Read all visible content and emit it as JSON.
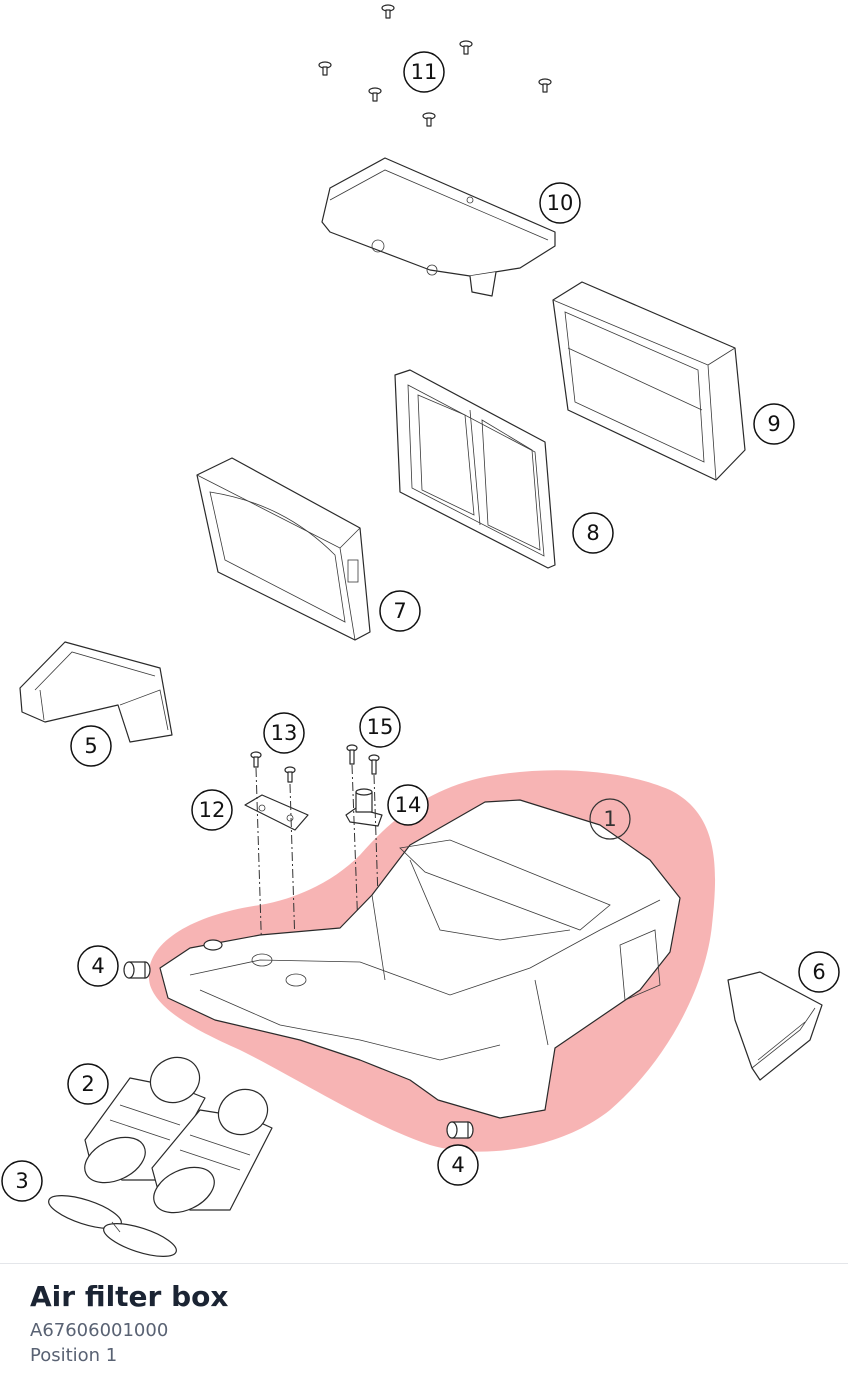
{
  "footer": {
    "title": "Air filter box",
    "part_number": "A67606001000",
    "position": "Position 1"
  },
  "callouts": [
    "1",
    "2",
    "3",
    "4",
    "4",
    "5",
    "6",
    "7",
    "8",
    "9",
    "10",
    "11",
    "12",
    "13",
    "14",
    "15"
  ],
  "highlighted_callout": "1",
  "colors": {
    "highlight": "#f06a6a",
    "line": "#2a2a2a",
    "title": "#1b2433",
    "subtext": "#596273"
  }
}
